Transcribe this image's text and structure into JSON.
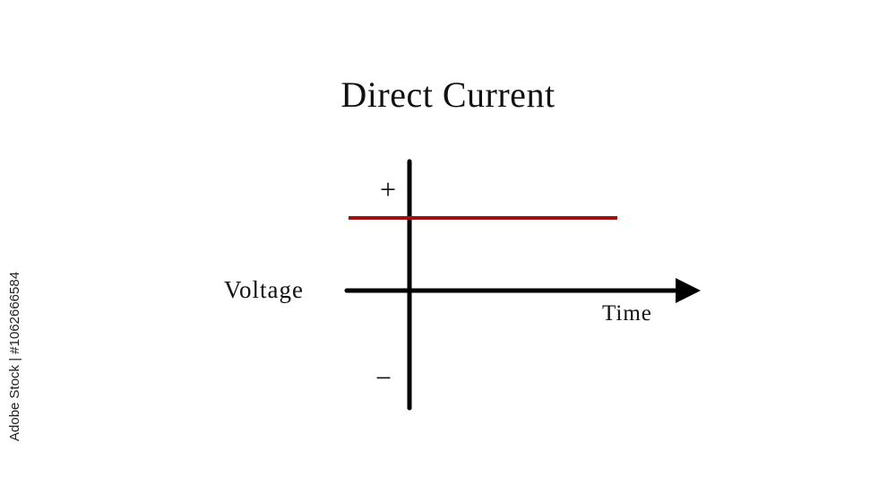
{
  "title": "Direct Current",
  "y_axis": {
    "label": "Voltage",
    "positive_sign": "+",
    "negative_sign": "−"
  },
  "x_axis": {
    "label": "Time"
  },
  "colors": {
    "axis": "#000000",
    "signal": "#a01010",
    "text": "#111111"
  },
  "watermark_text": "Adobe Stock | #1062666584"
}
